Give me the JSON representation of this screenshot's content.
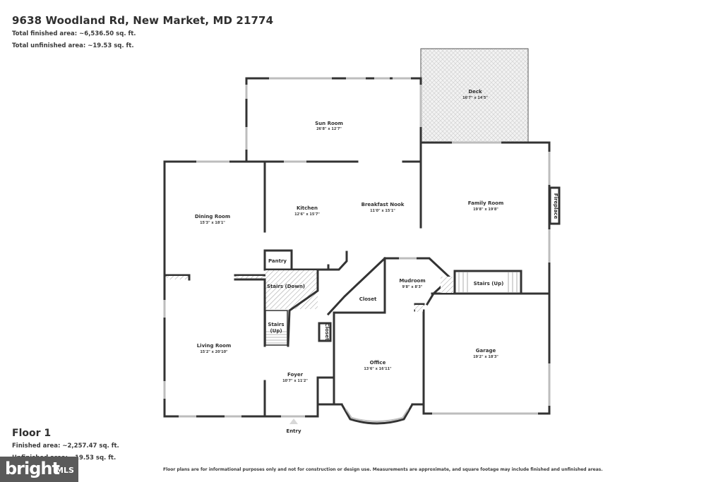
{
  "header": {
    "address": "9638 Woodland Rd, New Market, MD 21774",
    "total_finished": "Total finished area: ~6,536.50 sq. ft.",
    "total_unfinished": "Total unfinished area: ~19.53 sq. ft."
  },
  "rooms": {
    "deck": {
      "name": "Deck",
      "dims": "16'7\" x 14'5\""
    },
    "sun_room": {
      "name": "Sun Room",
      "dims": "26'8\" x 12'7\""
    },
    "dining_room": {
      "name": "Dining Room",
      "dims": "15'3\" x 18'1\""
    },
    "kitchen": {
      "name": "Kitchen",
      "dims": "12'6\" x 15'7\""
    },
    "breakfast_nook": {
      "name": "Breakfast Nook",
      "dims": "11'0\" x 15'1\""
    },
    "family_room": {
      "name": "Family Room",
      "dims": "19'8\" x 19'8\""
    },
    "mudroom": {
      "name": "Mudroom",
      "dims": "9'8\" x 8'3\""
    },
    "living_room": {
      "name": "Living Room",
      "dims": "15'2\" x 20'10\""
    },
    "office": {
      "name": "Office",
      "dims": "13'6\" x 16'11\""
    },
    "garage": {
      "name": "Garage",
      "dims": "19'2\" x 18'3\""
    },
    "foyer": {
      "name": "Foyer",
      "dims": "10'7\" x 11'2\""
    }
  },
  "labels": {
    "fireplace": "Fireplace",
    "pantry": "Pantry",
    "stairs_down": "Stairs (Down)",
    "stairs_up_small": "Stairs",
    "stairs_up_small_2": "(Up)",
    "stairs_up_family": "Stairs (Up)",
    "closet_1": "Closet",
    "closet_2": "Closet",
    "entry": "Entry"
  },
  "floor": {
    "title": "Floor 1",
    "finished": "Finished area: ~2,257.47 sq. ft.",
    "unfinished": "Unfinished area: ~19.53 sq. ft."
  },
  "disclaimer": "Floor plans are for informational purposes only and not for construction or design use. Measurements are approximate, and square footage may include finished and unfinished areas.",
  "logo": {
    "word": "bright",
    "sub": "MLS"
  },
  "colors": {
    "walls": "#333333",
    "windows": "#bdbdbd",
    "deck_fill": "#f1f1f1",
    "logo_bg": "#5a5a5a"
  }
}
